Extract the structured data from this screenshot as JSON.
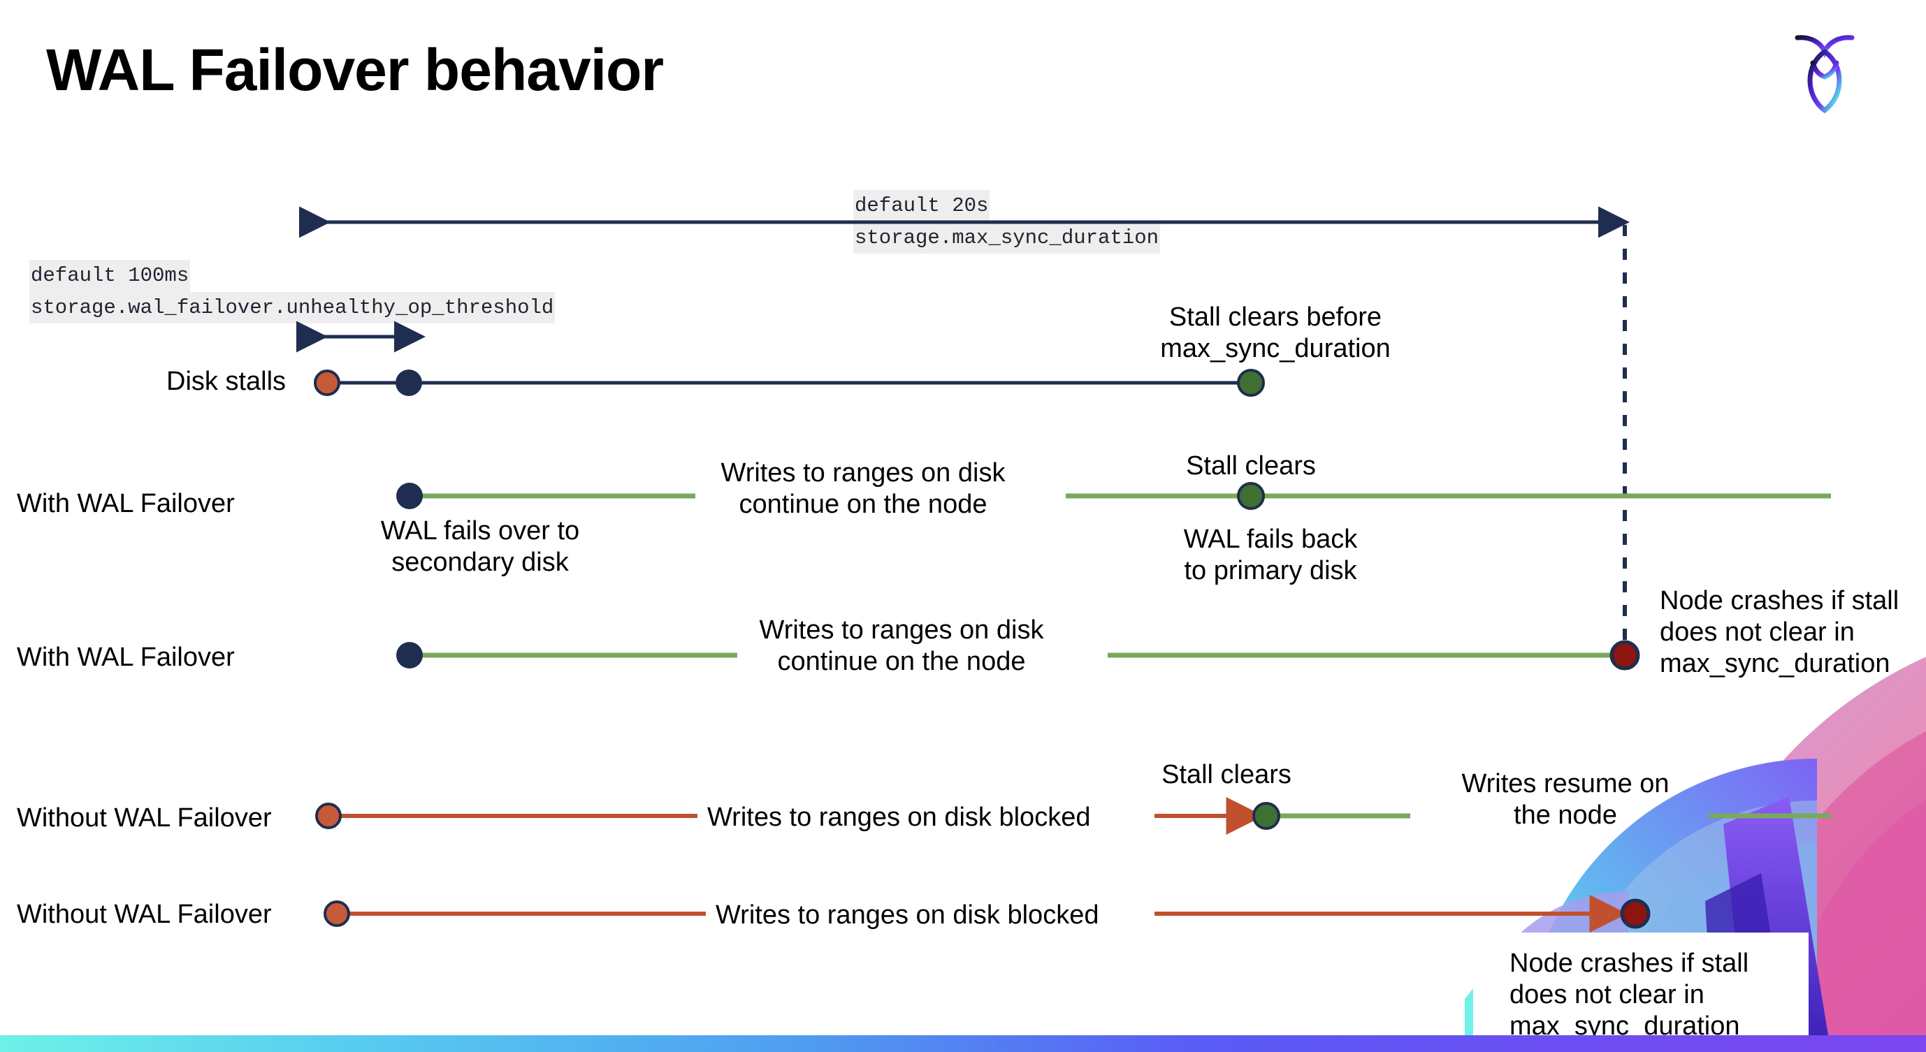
{
  "page": {
    "title": "WAL Failover behavior",
    "brand_logo_name": "cockroachdb-logo"
  },
  "colors": {
    "navy": "#1f2d50",
    "green_line": "#7aa85c",
    "green_dot": "#3f7031",
    "orange_line": "#c1502e",
    "orange_dot": "#c75b38",
    "dark_red_dot": "#8e1410",
    "code_bg": "#eeeeee",
    "bar_gradient_start": "#6ff0e8",
    "bar_gradient_end": "#7b46ef"
  },
  "annotations": {
    "max_sync": {
      "line1": "default 20s",
      "line2": "storage.max_sync_duration"
    },
    "unhealthy": {
      "line1": "default 100ms",
      "line2": "storage.wal_failover.unhealthy_op_threshold"
    }
  },
  "rows": [
    {
      "key": "disk-stalls",
      "label": "Disk stalls"
    },
    {
      "key": "with-1",
      "label": "With WAL Failover"
    },
    {
      "key": "with-2",
      "label": "With WAL Failover"
    },
    {
      "key": "without-1",
      "label": "Without WAL Failover"
    },
    {
      "key": "without-2",
      "label": "Without WAL Failover"
    }
  ],
  "callouts": {
    "stall_clears_before": "Stall clears before\nmax_sync_duration",
    "stall_clears_before_l1": "Stall clears before",
    "stall_clears_before_l2": "max_sync_duration",
    "wal_fails_over_l1": "WAL fails over to",
    "wal_fails_over_l2": "secondary disk",
    "writes_continue_l1": "Writes to ranges on disk",
    "writes_continue_l2": "continue on the node",
    "stall_clears": "Stall clears",
    "wal_fails_back_l1": "WAL fails  back",
    "wal_fails_back_l2": "to primary disk",
    "node_crashes_l1": "Node crashes if stall",
    "node_crashes_l2": "does not clear in",
    "node_crashes_l3": "max_sync_duration",
    "writes_blocked": "Writes to ranges on disk  blocked",
    "writes_resume_l1": "Writes resume on",
    "writes_resume_l2": "the node"
  }
}
